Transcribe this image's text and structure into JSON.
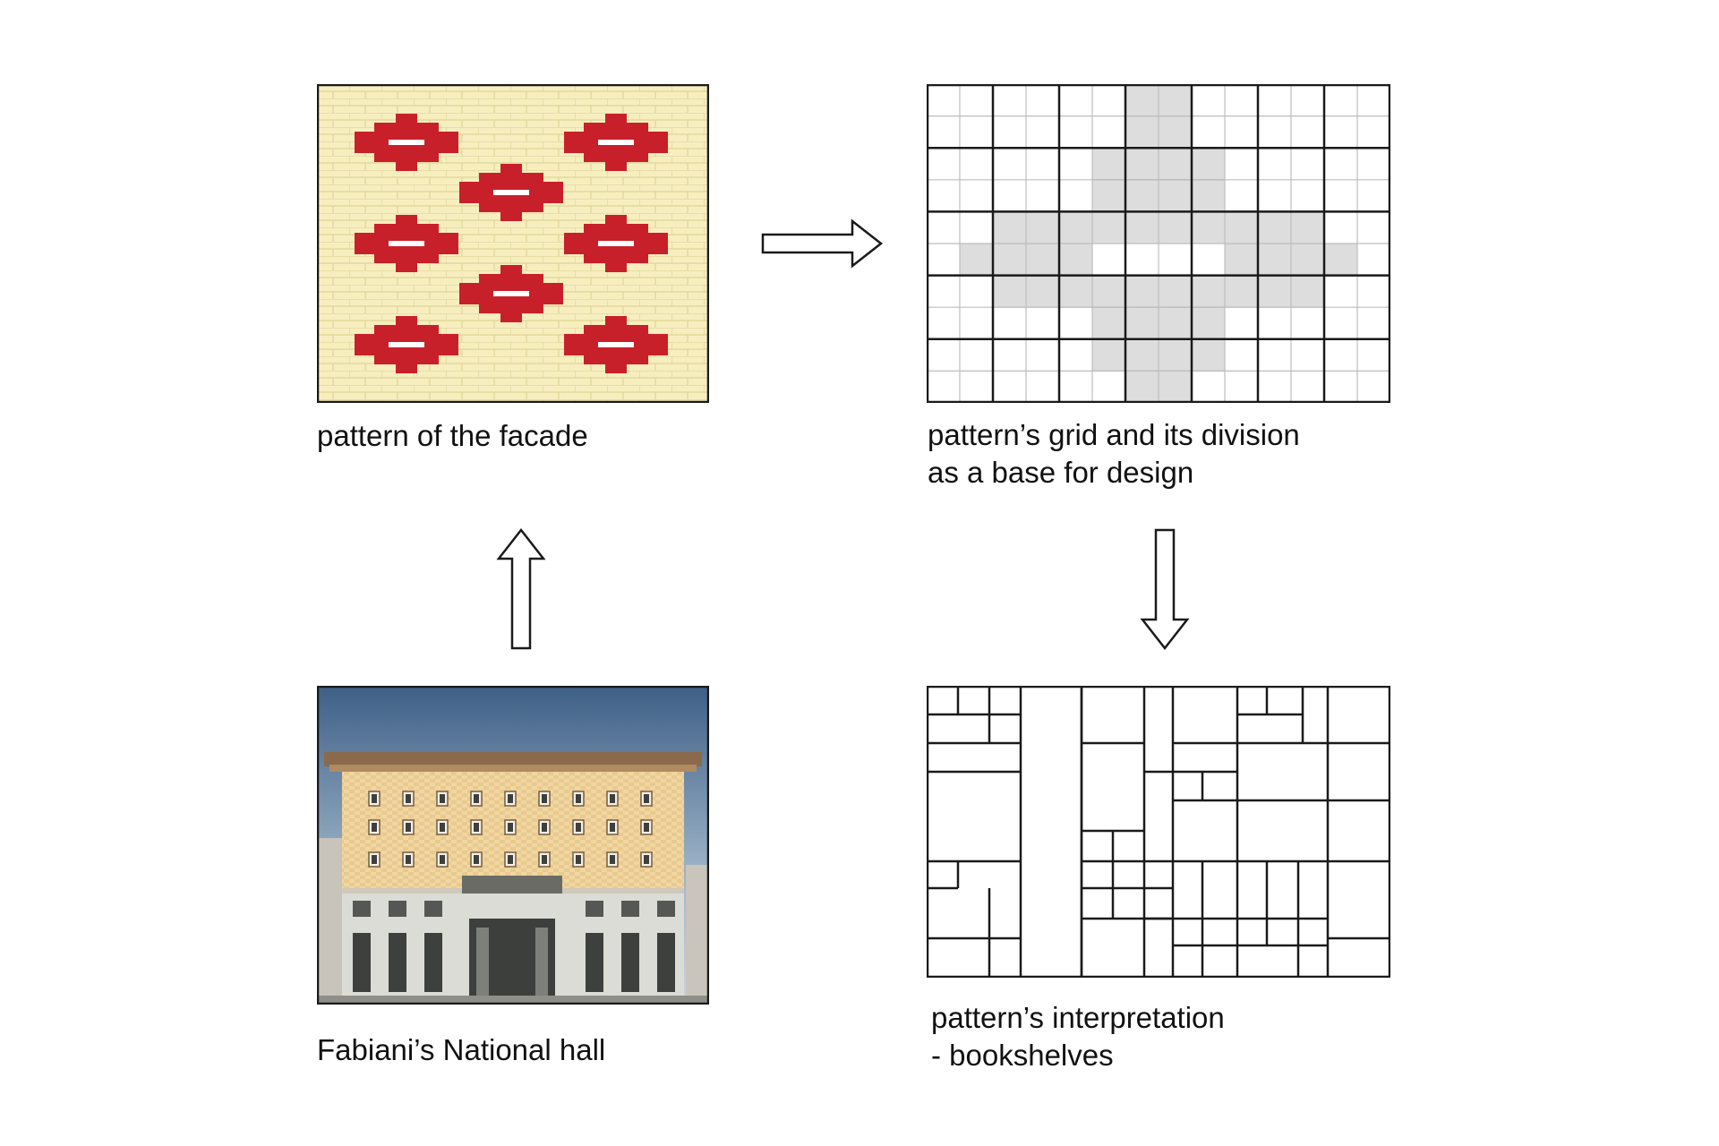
{
  "captions": {
    "facade_pattern": "pattern of the facade",
    "grid_line1": "pattern’s grid and its division",
    "grid_line2": "as a base for design",
    "building": "Fabiani’s National hall",
    "interpretation_line1": "pattern’s interpretation",
    "interpretation_line2": "- bookshelves"
  },
  "icons": {
    "flow": [
      "arrow-right-icon",
      "arrow-down-icon",
      "arrow-up-icon"
    ]
  },
  "colors": {
    "brick_background": "#f7eec0",
    "brick_mortar": "#e4d89a",
    "ornament_red": "#c8202a",
    "grid_highlight": "#dddddd",
    "line": "#1a1a1a"
  }
}
